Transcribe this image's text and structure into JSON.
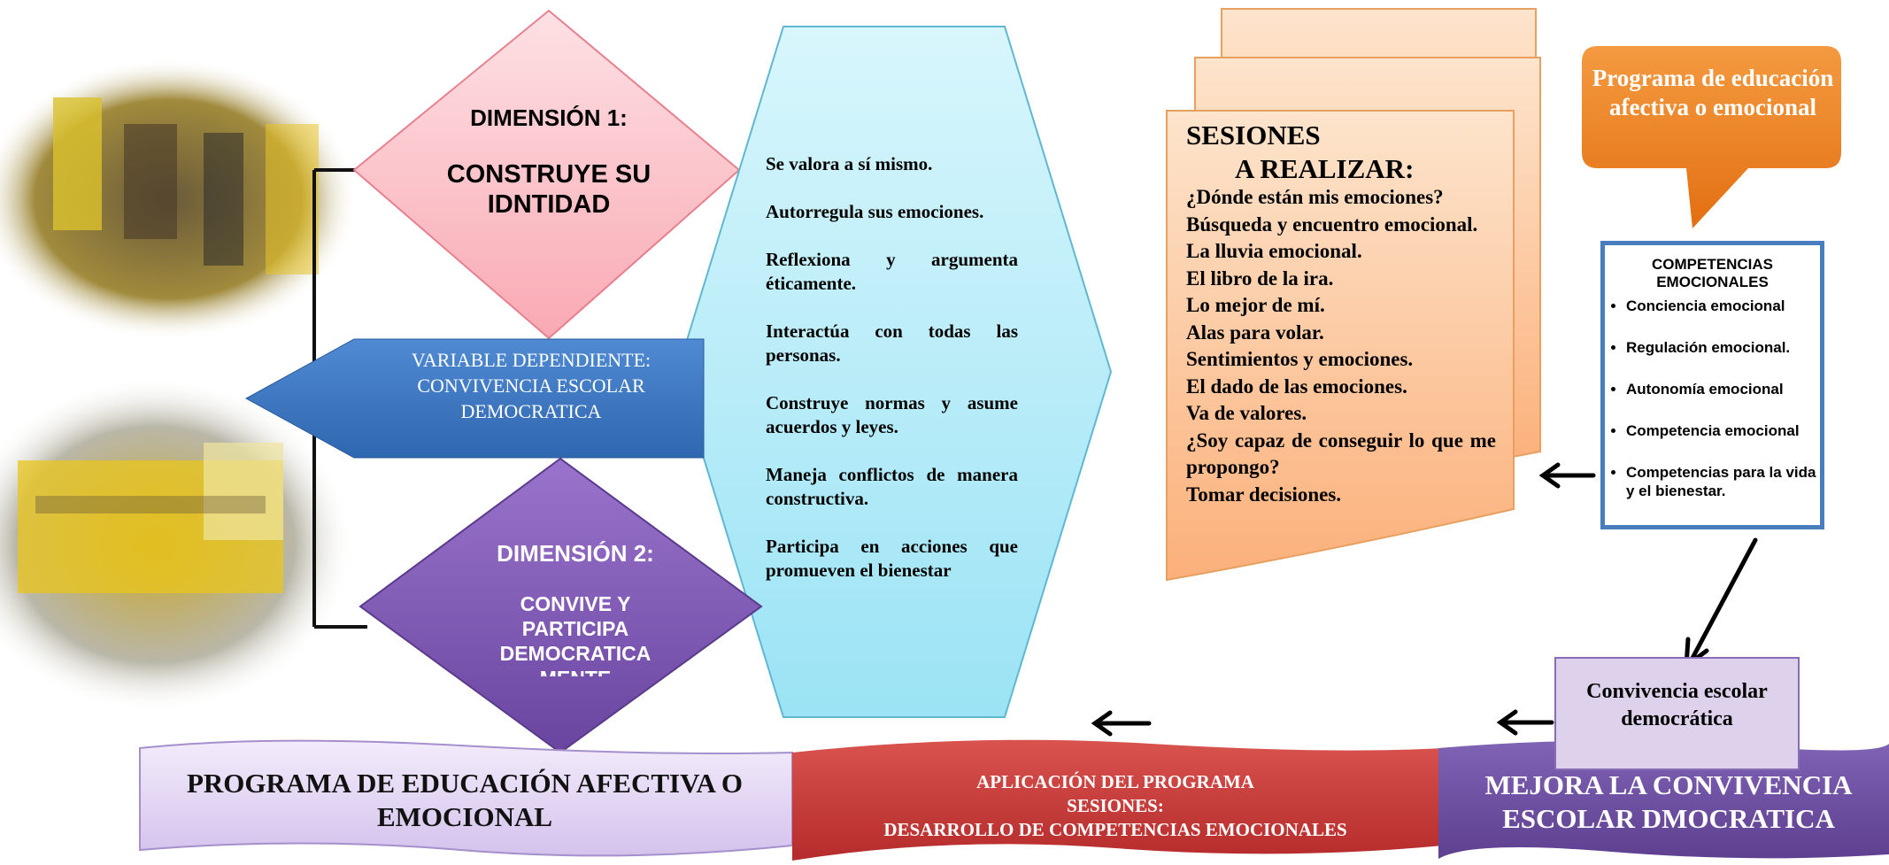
{
  "dimension1": {
    "title": "DIMENSIÓN 1:",
    "text": "CONSTRUYE SU IDNTIDAD"
  },
  "variable": {
    "text": "VARIABLE DEPENDIENTE: CONVIVENCIA ESCOLAR DEMOCRATICA"
  },
  "dimension2": {
    "title": "DIMENSIÓN 2:",
    "text": "CONVIVE Y PARTICIPA DEMOCRATICA MENTE"
  },
  "capacities": [
    "Se valora a sí mismo.",
    "Autorregula sus emociones.",
    "Reflexiona y argumenta éticamente.",
    "Interactúa con todas las personas.",
    "Construye normas y asume acuerdos y leyes.",
    "Maneja conflictos de manera constructiva.",
    "Participa en acciones que promueven el bienestar"
  ],
  "sessions": {
    "title_line1": "SESIONES",
    "title_line2": "A REALIZAR:",
    "items": [
      "¿Dónde están mis emociones?",
      "Búsqueda y encuentro emocional.",
      "La lluvia emocional.",
      "El libro de la ira.",
      "Lo mejor de mí.",
      "Alas para volar.",
      "Sentimientos y emociones.",
      "El dado de las emociones.",
      "Va de valores.",
      "¿Soy capaz de conseguir lo que me propongo?",
      "Tomar decisiones."
    ]
  },
  "program_callout": {
    "text": "Programa de educación afectiva o emocional"
  },
  "competencies": {
    "title": "COMPETENCIAS EMOCIONALES",
    "items": [
      "Conciencia emocional",
      "Regulación emocional.",
      "Autonomía emocional",
      "Competencia emocional",
      "Competencias para la vida y el bienestar."
    ]
  },
  "outcome_box": {
    "text": "Convivencia escolar democrática"
  },
  "banners": {
    "left": "PROGRAMA DE EDUCACIÓN AFECTIVA O EMOCIONAL",
    "middle_line1": "APLICACIÓN DEL PROGRAMA",
    "middle_line2": "SESIONES:",
    "middle_line3": "DESARROLLO DE COMPETENCIAS EMOCIONALES",
    "right": "MEJORA LA CONVIVENCIA ESCOLAR DMOCRATICA"
  },
  "colors": {
    "diamond1": "#fbb8c0",
    "arrow_banner": "#3a78c3",
    "diamond2": "#7c56b0",
    "hexagon": "#aee9f7",
    "sessions_doc": "#fcc79c",
    "callout": "#ee7f22",
    "competency_border": "#4a7dbd",
    "banner_left": "#dccdf0",
    "banner_middle": "#c83a3a",
    "banner_right": "#6e4d9e"
  }
}
